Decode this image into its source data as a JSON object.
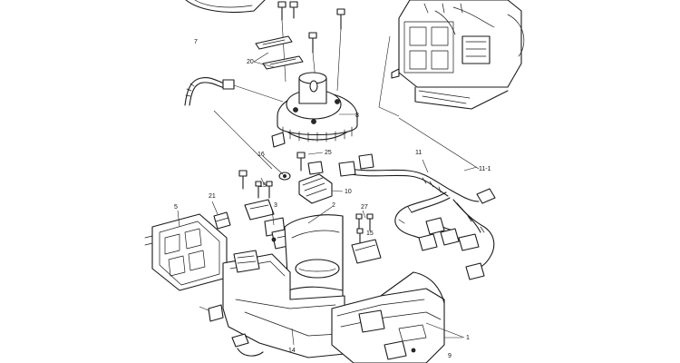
{
  "callouts": {
    "c1": "1",
    "c2": "2",
    "c3": "3",
    "c5": "5",
    "c7": "7",
    "c8": "8",
    "c9": "9",
    "c10": "10",
    "c11": "11",
    "c11_1": "11-1",
    "c14": "14",
    "c15a": "15",
    "c15b": "15",
    "c16": "16",
    "c20": "20",
    "c21": "21",
    "c25": "25",
    "c27": "27"
  },
  "colors": {
    "line": "#1a1a1a",
    "background": "#ffffff"
  }
}
